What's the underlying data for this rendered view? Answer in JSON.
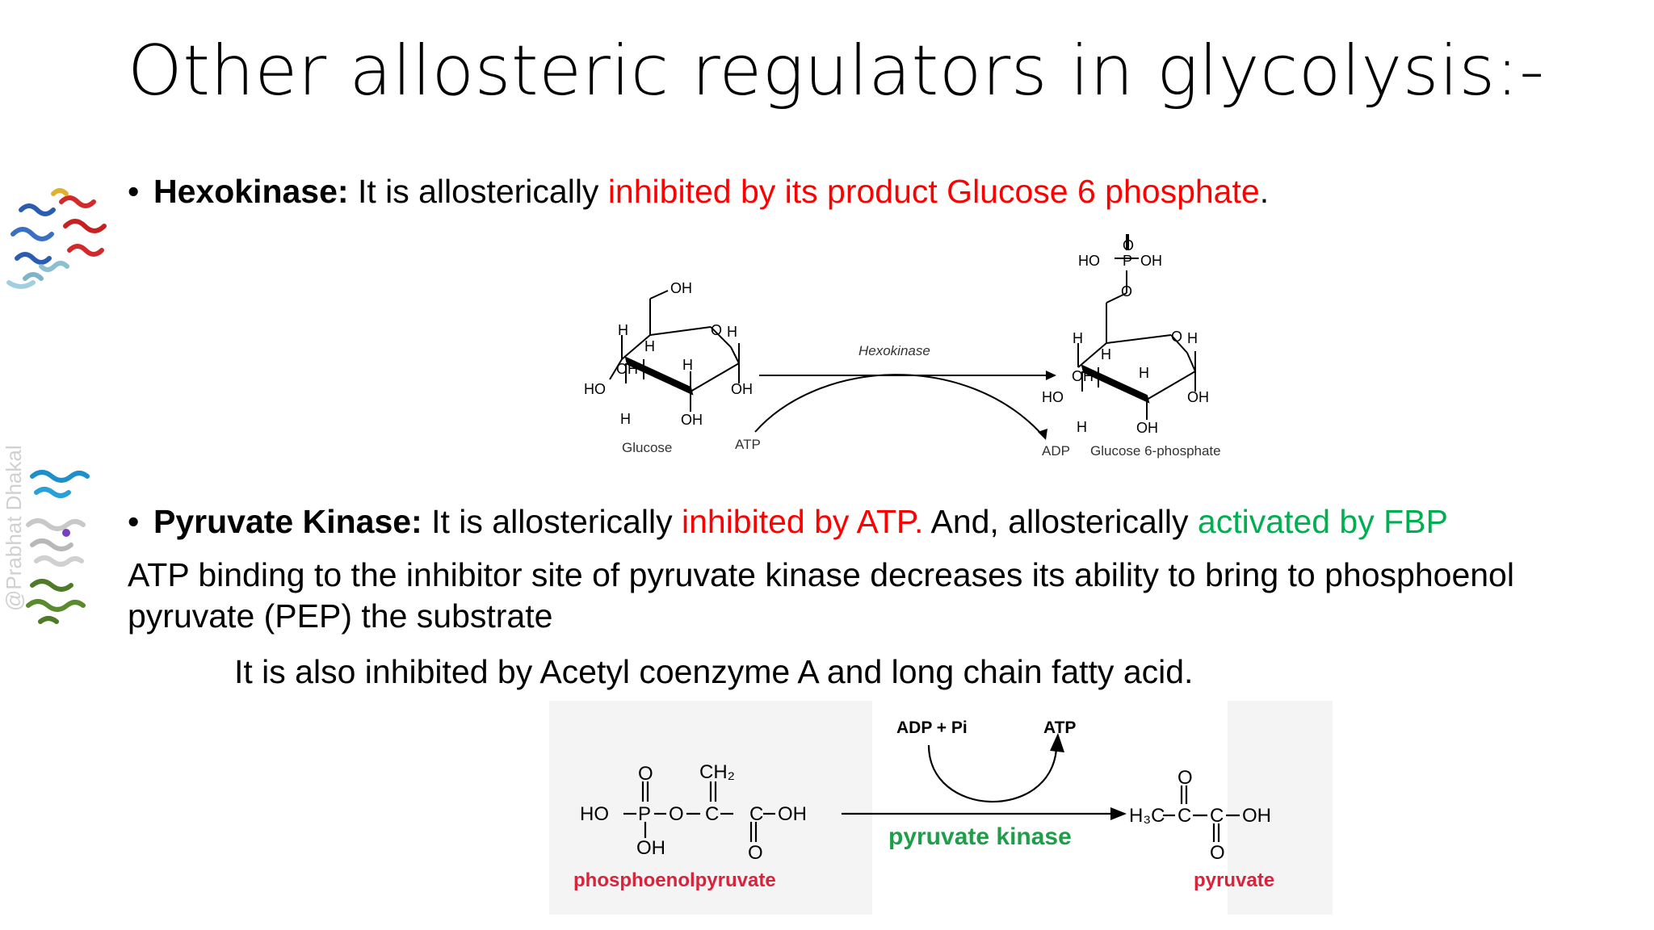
{
  "title": "Other allosteric regulators in glycolysis:-",
  "bullet": "•",
  "hexokinase": {
    "label": "Hexokinase:",
    "text1": " It is allosterically ",
    "highlight": "inhibited by its product Glucose 6 phosphate",
    "end": "."
  },
  "pyruvate_kinase": {
    "label": "Pyruvate Kinase:",
    "text1": " It is allosterically ",
    "inhibited": "inhibited by ATP.",
    "text2": " And, allosterically ",
    "activated": "activated by FBP",
    "para_line1": "ATP binding to the inhibitor site of pyruvate kinase decreases its ability to bring to phosphoenol",
    "para_line2": "pyruvate (PEP) the substrate",
    "para_line3": "It is also inhibited by Acetyl coenzyme A and long chain fatty acid."
  },
  "watermark": "@Prabhat Dhakal",
  "diagram1": {
    "enzyme": "Hexokinase",
    "substrate": "Glucose",
    "product": "Glucose 6-phosphate",
    "cofactor_in": "ATP",
    "cofactor_out": "ADP",
    "labels": {
      "oh": "OH",
      "h": "H",
      "ho": "HO",
      "o": "O",
      "p": "P"
    }
  },
  "diagram2": {
    "substrate": "phosphoenolpyruvate",
    "product": "pyruvate",
    "enzyme": "pyruvate kinase",
    "in": "ADP + Pi",
    "out": "ATP",
    "pep_ho": "HO",
    "pep_p": "P",
    "pep_o": "O",
    "pep_c": "C",
    "pep_oh": "OH",
    "pep_ch2": "CH₂",
    "pyr_h3c": "H₃C",
    "pyr_c": "C",
    "pyr_o": "O",
    "pyr_oh": "OH"
  },
  "colors": {
    "red": "#ff0000",
    "green": "#00b050",
    "pk_green": "#1f9e4a",
    "pk_red": "#d9233a"
  }
}
